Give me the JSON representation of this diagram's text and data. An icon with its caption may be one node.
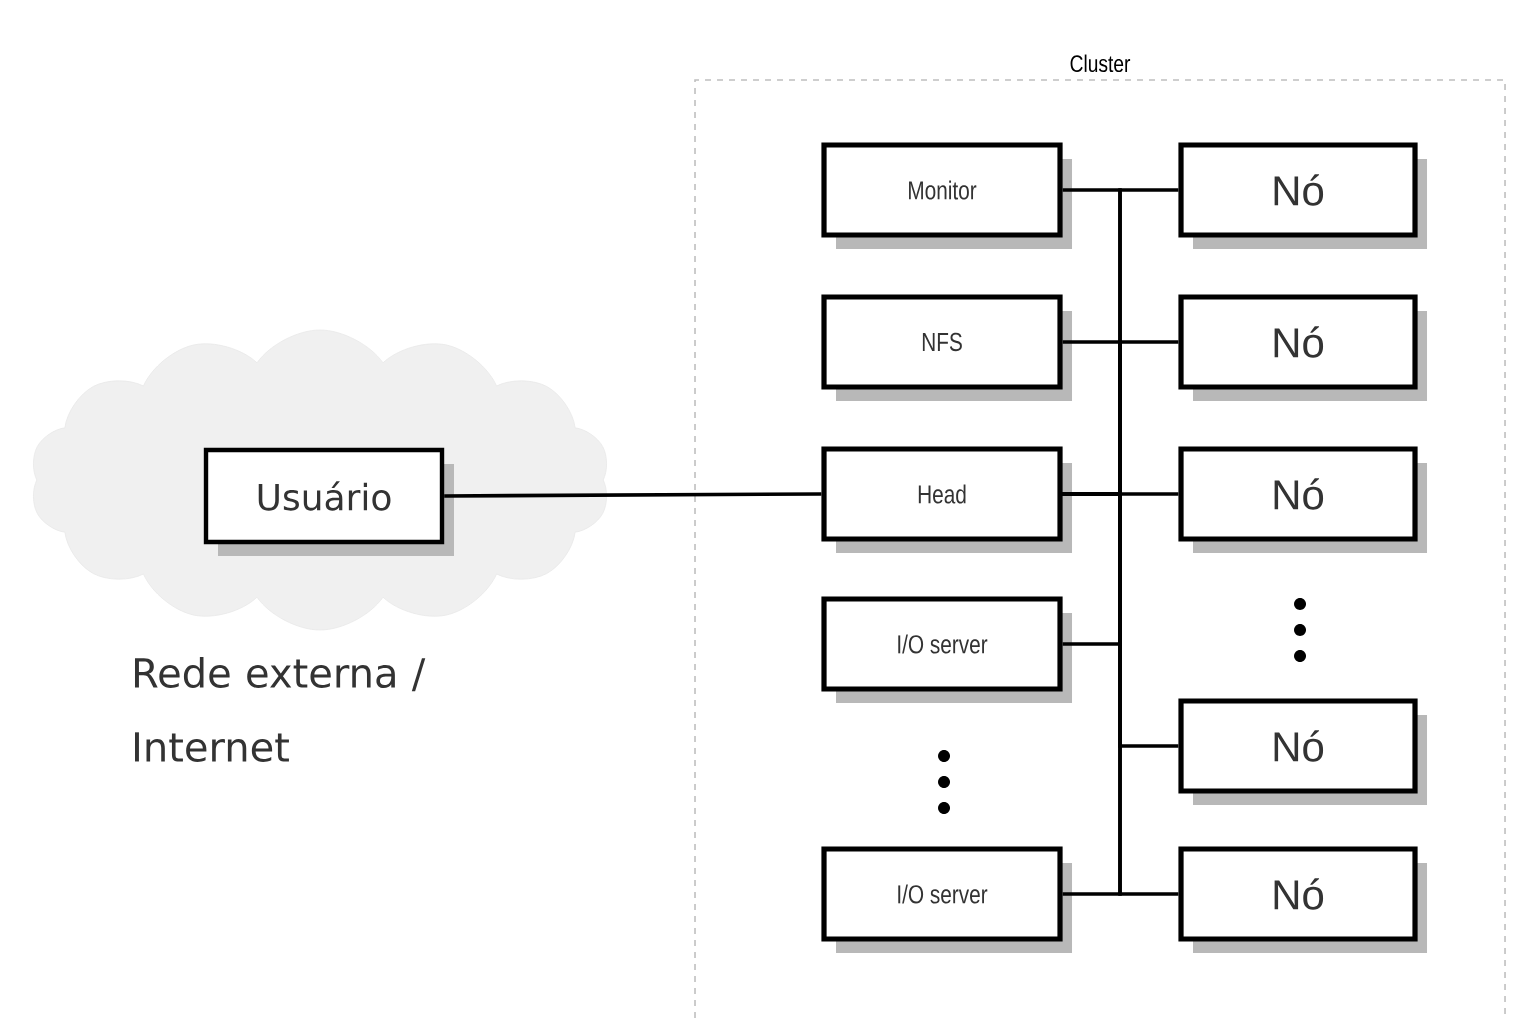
{
  "diagram": {
    "nodes": [
      {
        "text": [
          "Cluster"
        ]
      },
      {
        "text": [],
        "shape": "cloud",
        "beside": [
          "Rede externa / Internet"
        ]
      },
      {
        "text": [
          "Usuário"
        ],
        "in": 1
      },
      {
        "text": [
          "Monitor"
        ],
        "in": 0
      },
      {
        "text": [
          "NFS"
        ],
        "in": 0
      },
      {
        "text": [
          "Head"
        ],
        "in": 0
      },
      {
        "text": [
          "I/O server"
        ],
        "in": 0
      },
      {
        "text": [
          "I/O server"
        ],
        "in": 0
      },
      {
        "text": [
          "Nó"
        ],
        "in": 0
      },
      {
        "text": [
          "Nó"
        ],
        "in": 0
      },
      {
        "text": [
          "Nó"
        ],
        "in": 0
      },
      {
        "text": [
          "Nó"
        ],
        "in": 0
      },
      {
        "text": [
          "Nó"
        ],
        "in": 0
      }
    ],
    "edges": [
      {
        "from": 2,
        "to": 5,
        "arrow": "none"
      },
      {
        "from": 5,
        "to": 3,
        "arrow": "none"
      },
      {
        "from": 5,
        "to": 4,
        "arrow": "none"
      },
      {
        "from": 5,
        "to": 6,
        "arrow": "none"
      },
      {
        "from": 5,
        "to": 7,
        "arrow": "none"
      },
      {
        "from": 5,
        "to": 8,
        "arrow": "none"
      },
      {
        "from": 5,
        "to": 9,
        "arrow": "none"
      },
      {
        "from": 5,
        "to": 10,
        "arrow": "none"
      },
      {
        "from": 5,
        "to": 11,
        "arrow": "none"
      },
      {
        "from": 5,
        "to": 12,
        "arrow": "none"
      }
    ]
  }
}
